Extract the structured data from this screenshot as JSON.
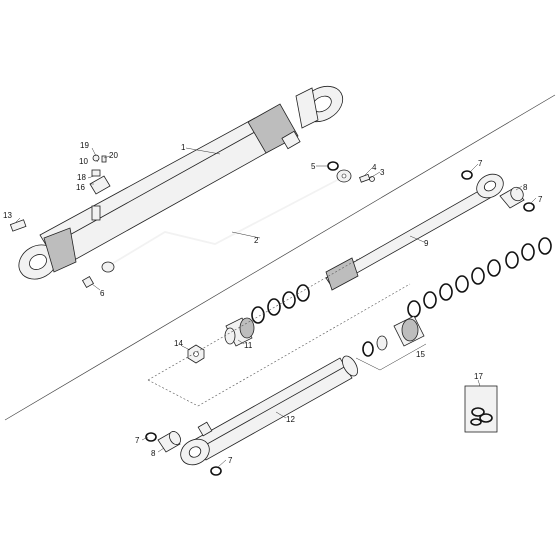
{
  "callouts": {
    "c1": "1",
    "c2": "2",
    "c3": "3",
    "c4": "4",
    "c5": "5",
    "c6": "6",
    "c7a": "7",
    "c7b": "7",
    "c7c": "7",
    "c7d": "7",
    "c8a": "8",
    "c8b": "8",
    "c9": "9",
    "c10": "10",
    "c11": "11",
    "c12": "12",
    "c13": "13",
    "c14": "14",
    "c15": "15",
    "c16": "16",
    "c17": "17",
    "c18": "18",
    "c19": "19",
    "c20": "20"
  }
}
